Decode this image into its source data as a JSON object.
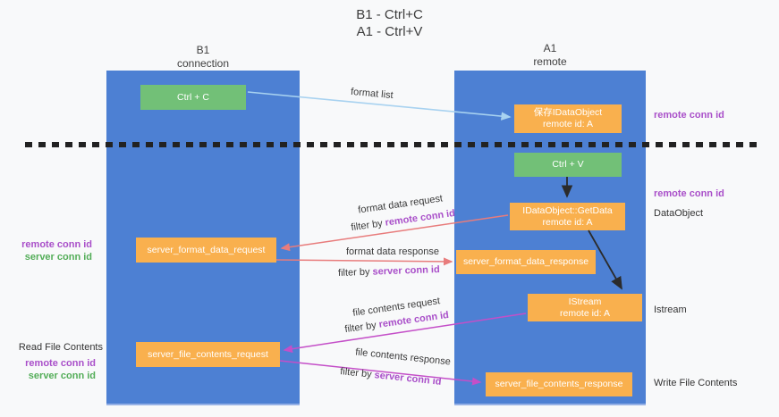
{
  "title": {
    "line1": "B1 - Ctrl+C",
    "line2": "A1 - Ctrl+V"
  },
  "lanes": {
    "left": {
      "name": "B1",
      "role": "connection"
    },
    "right": {
      "name": "A1",
      "role": "remote"
    }
  },
  "nodes": {
    "ctrl_c": {
      "label": "Ctrl + C"
    },
    "save_dataobject": {
      "title": "保存IDataObject",
      "subtitle": "remote id: A"
    },
    "ctrl_v": {
      "label": "Ctrl + V"
    },
    "getdata": {
      "title": "IDataObject::GetData",
      "subtitle": "remote id: A"
    },
    "format_request": {
      "label": "server_format_data_request"
    },
    "format_response": {
      "label": "server_format_data_response"
    },
    "istream": {
      "title": "IStream",
      "subtitle": "remote id: A"
    },
    "file_request": {
      "label": "server_file_contents_request"
    },
    "file_response": {
      "label": "server_file_contents_response"
    }
  },
  "edges": {
    "format_list": {
      "label": "format list"
    },
    "format_request": {
      "label": "format data request",
      "filter_prefix": "filter by ",
      "filter_key": "remote conn id"
    },
    "format_response": {
      "label": "format data response",
      "filter_prefix": "filter by ",
      "filter_key": "server conn id"
    },
    "file_request": {
      "label": "file contents request",
      "filter_prefix": "filter by ",
      "filter_key": "remote conn id"
    },
    "file_response": {
      "label": "file contents response",
      "filter_prefix": "filter by ",
      "filter_key": "server conn id"
    }
  },
  "side_labels": {
    "right_remote_top": "remote conn id",
    "right_remote_mid": "remote conn id",
    "right_dataobject": "DataObject",
    "right_istream": "Istream",
    "right_write_file": "Write File Contents",
    "left_remote_format": "remote conn id",
    "left_server_format": "server conn id",
    "left_read_file": "Read File Contents",
    "left_remote_file": "remote conn id",
    "left_server_file": "server conn id"
  },
  "colors": {
    "lane_blue": "#4d80d3",
    "node_green": "#72c077",
    "node_orange": "#f9b04e",
    "arrow_light_blue": "#a8d2f0",
    "arrow_salmon": "#e87c7c",
    "arrow_magenta": "#c44fc8",
    "arrow_black": "#2b2b2b",
    "conn_id_purple": "#a94fc9",
    "conn_id_green": "#53ad58"
  }
}
